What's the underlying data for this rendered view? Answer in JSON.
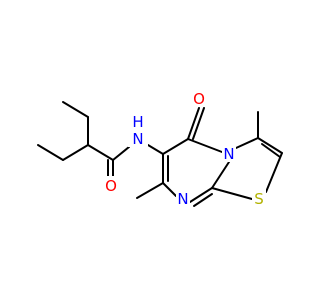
{
  "colors": {
    "bond": "#000000",
    "N": "#0000FF",
    "O": "#FF0000",
    "S": "#B2B200",
    "background": "#FFFFFF"
  },
  "atom_labels": {
    "amide_N": "N",
    "amide_H": "H",
    "carbonyl_O_amide": "O",
    "carbonyl_O_ring": "O",
    "ring_N_bridge": "N",
    "ring_N_pyrimidine": "N",
    "ring_S": "S"
  }
}
